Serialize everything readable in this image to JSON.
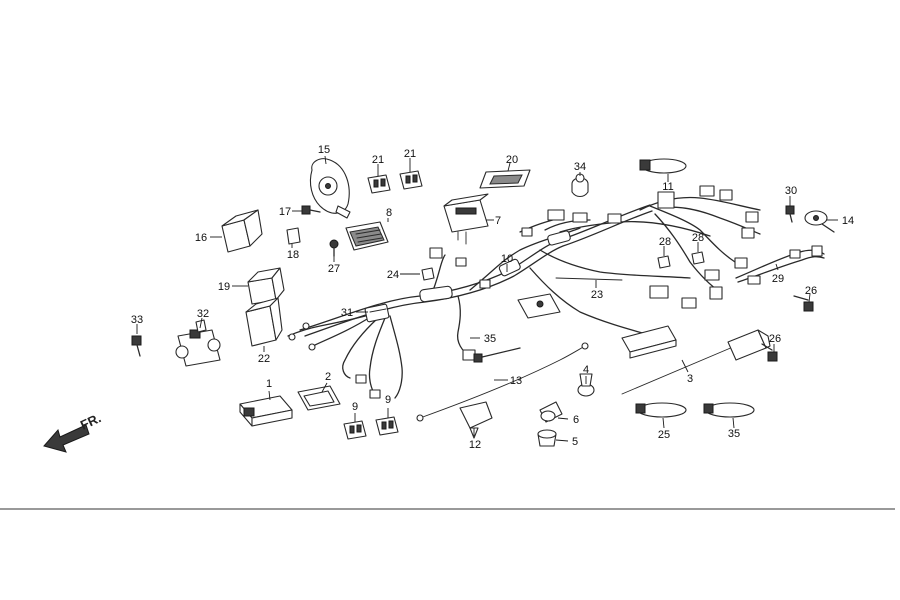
{
  "diagram": {
    "direction_label": "FR.",
    "callouts": [
      "1",
      "2",
      "3",
      "4",
      "5",
      "6",
      "7",
      "8",
      "9",
      "9",
      "10",
      "11",
      "12",
      "13",
      "14",
      "15",
      "16",
      "17",
      "18",
      "19",
      "20",
      "21",
      "21",
      "22",
      "23",
      "24",
      "25",
      "26",
      "26",
      "27",
      "28",
      "28",
      "29",
      "30",
      "31",
      "32",
      "33",
      "34",
      "35",
      "35"
    ]
  }
}
